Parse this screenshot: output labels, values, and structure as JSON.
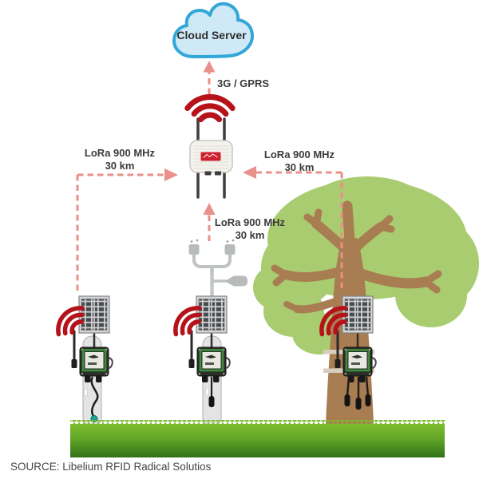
{
  "diagram": {
    "cloud": {
      "label": "Cloud Server"
    },
    "links": {
      "backhaul": {
        "label": "3G / GPRS"
      },
      "lora_left": {
        "line1": "LoRa 900 MHz",
        "line2": "30 km"
      },
      "lora_right": {
        "line1": "LoRa 900 MHz",
        "line2": "30 km"
      },
      "lora_bottom": {
        "line1": "LoRa 900 MHz",
        "line2": "30 km"
      }
    },
    "icons": {
      "cloud": "cloud-icon",
      "wifi": "wifi-waves-icon",
      "gateway": "lora-gateway-device",
      "solar_panel": "solar-panel-icon",
      "sensor_node": "sensor-node-icon",
      "weather_station": "weather-station-icon",
      "tree": "tree-icon",
      "grass": "grass-strip"
    },
    "colors": {
      "dashed_link": "#e9908a",
      "wifi_red": "#b5121a",
      "cloud_fill": "#cfe9f6",
      "cloud_stroke": "#33a7d7",
      "label_text": "#3a3a3a",
      "foliage": "#a9cc70",
      "trunk": "#a87d52",
      "grass_top": "#7cbb2e",
      "grass_bottom": "#317119",
      "node_frame_green": "#3e8e41",
      "gateway_logo_red": "#cf2030"
    }
  },
  "footer": {
    "source": "SOURCE: Libelium RFID Radical Solutios"
  }
}
